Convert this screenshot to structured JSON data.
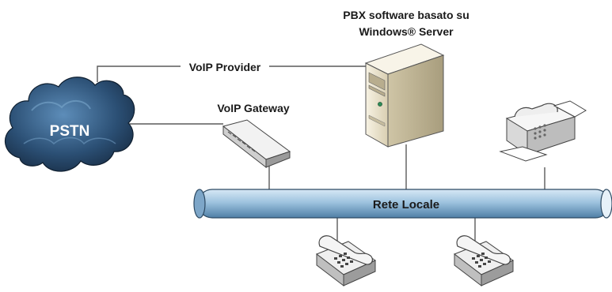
{
  "server": {
    "title_line1": "PBX software basato su",
    "title_line2": "Windows® Server"
  },
  "links": {
    "voip_provider": "VoIP Provider",
    "voip_gateway": "VoIP Gateway"
  },
  "cloud": {
    "label": "PSTN"
  },
  "network": {
    "label": "Rete Locale"
  },
  "devices": {
    "server_icon": "tower-server-icon",
    "gateway_icon": "network-switch-icon",
    "fax_icon": "fax-machine-icon",
    "phone_icon": "desk-phone-icon"
  },
  "colors": {
    "pipe": "#9ec3df",
    "cloud": "#2b4f74",
    "server_body": "#efe8d4",
    "text": "#1a1a1a"
  }
}
